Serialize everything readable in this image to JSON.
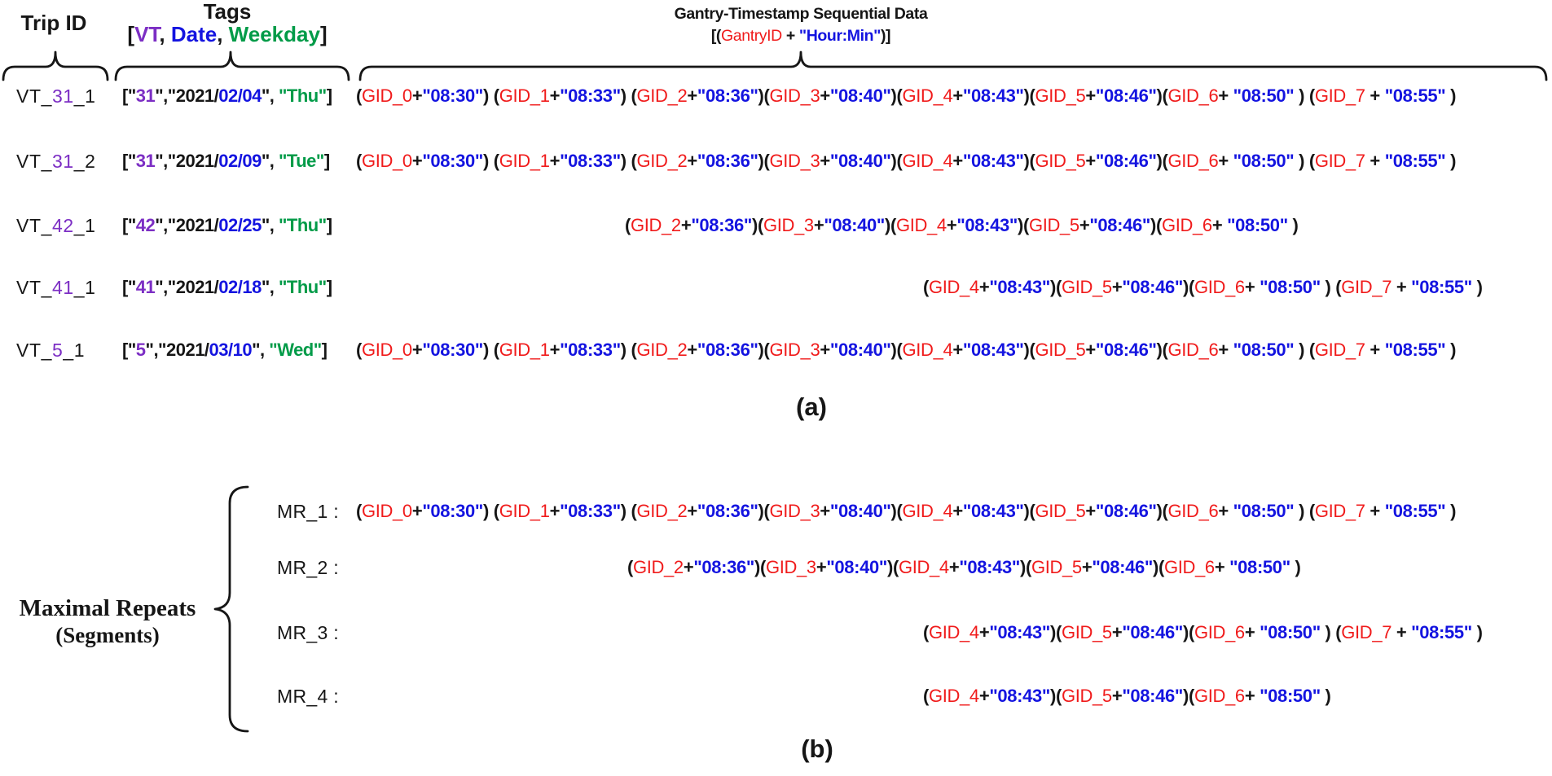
{
  "colors": {
    "black": "#161616",
    "red": "#F01B1B",
    "blue": "#1414E0",
    "purple": "#7C2EC4",
    "green": "#009B48"
  },
  "header": {
    "trip_id": "Trip ID",
    "tags_title": "Tags",
    "tags_spec": [
      {
        "t": "[",
        "c": "k"
      },
      {
        "t": "VT",
        "c": "p"
      },
      {
        "t": ", ",
        "c": "k"
      },
      {
        "t": "Date",
        "c": "b"
      },
      {
        "t": ", ",
        "c": "k"
      },
      {
        "t": "Weekday",
        "c": "g"
      },
      {
        "t": "]",
        "c": "k"
      }
    ],
    "gantry_title": "Gantry-Timestamp Sequential Data",
    "gantry_spec": [
      {
        "t": "[(",
        "c": "k"
      },
      {
        "t": "GantryID",
        "c": "r"
      },
      {
        "t": " + ",
        "c": "k"
      },
      {
        "t": "\"Hour:Min\"",
        "c": "b"
      },
      {
        "t": ")]",
        "c": "k"
      }
    ]
  },
  "sequences": {
    "full8": [
      {
        "t": "(",
        "c": "k"
      },
      {
        "t": "GID_0",
        "c": "r"
      },
      {
        "t": "+",
        "c": "k"
      },
      {
        "t": "\"08:30\"",
        "c": "b"
      },
      {
        "t": ") ",
        "c": "k"
      },
      {
        "t": "(",
        "c": "k"
      },
      {
        "t": "GID_1",
        "c": "r"
      },
      {
        "t": "+",
        "c": "k"
      },
      {
        "t": "\"08:33\"",
        "c": "b"
      },
      {
        "t": ") ",
        "c": "k"
      },
      {
        "t": "(",
        "c": "k"
      },
      {
        "t": "GID_2",
        "c": "r"
      },
      {
        "t": "+",
        "c": "k"
      },
      {
        "t": "\"08:36\"",
        "c": "b"
      },
      {
        "t": ")",
        "c": "k"
      },
      {
        "t": "(",
        "c": "k"
      },
      {
        "t": "GID_3",
        "c": "r"
      },
      {
        "t": "+",
        "c": "k"
      },
      {
        "t": "\"08:40\"",
        "c": "b"
      },
      {
        "t": ")",
        "c": "k"
      },
      {
        "t": "(",
        "c": "k"
      },
      {
        "t": "GID_4",
        "c": "r"
      },
      {
        "t": "+",
        "c": "k"
      },
      {
        "t": "\"08:43\"",
        "c": "b"
      },
      {
        "t": ")",
        "c": "k"
      },
      {
        "t": "(",
        "c": "k"
      },
      {
        "t": "GID_5",
        "c": "r"
      },
      {
        "t": "+",
        "c": "k"
      },
      {
        "t": "\"08:46\"",
        "c": "b"
      },
      {
        "t": ")",
        "c": "k"
      },
      {
        "t": "(",
        "c": "k"
      },
      {
        "t": "GID_6",
        "c": "r"
      },
      {
        "t": "+ ",
        "c": "k"
      },
      {
        "t": "\"08:50\"",
        "c": "b"
      },
      {
        "t": " ) ",
        "c": "k"
      },
      {
        "t": "(",
        "c": "k"
      },
      {
        "t": "GID_7",
        "c": "r"
      },
      {
        "t": " + ",
        "c": "k"
      },
      {
        "t": "\"08:55\"",
        "c": "b"
      },
      {
        "t": " )",
        "c": "k"
      }
    ],
    "mid5": [
      {
        "t": "(",
        "c": "k"
      },
      {
        "t": "GID_2",
        "c": "r"
      },
      {
        "t": "+",
        "c": "k"
      },
      {
        "t": "\"08:36\"",
        "c": "b"
      },
      {
        "t": ")",
        "c": "k"
      },
      {
        "t": "(",
        "c": "k"
      },
      {
        "t": "GID_3",
        "c": "r"
      },
      {
        "t": "+",
        "c": "k"
      },
      {
        "t": "\"08:40\"",
        "c": "b"
      },
      {
        "t": ")",
        "c": "k"
      },
      {
        "t": "(",
        "c": "k"
      },
      {
        "t": "GID_4",
        "c": "r"
      },
      {
        "t": "+",
        "c": "k"
      },
      {
        "t": "\"08:43\"",
        "c": "b"
      },
      {
        "t": ")",
        "c": "k"
      },
      {
        "t": "(",
        "c": "k"
      },
      {
        "t": "GID_5",
        "c": "r"
      },
      {
        "t": "+",
        "c": "k"
      },
      {
        "t": "\"08:46\"",
        "c": "b"
      },
      {
        "t": ")",
        "c": "k"
      },
      {
        "t": "(",
        "c": "k"
      },
      {
        "t": "GID_6",
        "c": "r"
      },
      {
        "t": "+ ",
        "c": "k"
      },
      {
        "t": "\"08:50\"",
        "c": "b"
      },
      {
        "t": " )",
        "c": "k"
      }
    ],
    "tail4": [
      {
        "t": "(",
        "c": "k"
      },
      {
        "t": "GID_4",
        "c": "r"
      },
      {
        "t": "+",
        "c": "k"
      },
      {
        "t": "\"08:43\"",
        "c": "b"
      },
      {
        "t": ")",
        "c": "k"
      },
      {
        "t": "(",
        "c": "k"
      },
      {
        "t": "GID_5",
        "c": "r"
      },
      {
        "t": "+",
        "c": "k"
      },
      {
        "t": "\"08:46\"",
        "c": "b"
      },
      {
        "t": ")",
        "c": "k"
      },
      {
        "t": "(",
        "c": "k"
      },
      {
        "t": "GID_6",
        "c": "r"
      },
      {
        "t": "+ ",
        "c": "k"
      },
      {
        "t": "\"08:50\"",
        "c": "b"
      },
      {
        "t": " ) ",
        "c": "k"
      },
      {
        "t": "(",
        "c": "k"
      },
      {
        "t": "GID_7",
        "c": "r"
      },
      {
        "t": " + ",
        "c": "k"
      },
      {
        "t": "\"08:55\"",
        "c": "b"
      },
      {
        "t": " )",
        "c": "k"
      }
    ],
    "tail3": [
      {
        "t": "(",
        "c": "k"
      },
      {
        "t": "GID_4",
        "c": "r"
      },
      {
        "t": "+",
        "c": "k"
      },
      {
        "t": "\"08:43\"",
        "c": "b"
      },
      {
        "t": ")",
        "c": "k"
      },
      {
        "t": "(",
        "c": "k"
      },
      {
        "t": "GID_5",
        "c": "r"
      },
      {
        "t": "+",
        "c": "k"
      },
      {
        "t": "\"08:46\"",
        "c": "b"
      },
      {
        "t": ")",
        "c": "k"
      },
      {
        "t": "(",
        "c": "k"
      },
      {
        "t": "GID_6",
        "c": "r"
      },
      {
        "t": "+ ",
        "c": "k"
      },
      {
        "t": "\"08:50\"",
        "c": "b"
      },
      {
        "t": " )",
        "c": "k"
      }
    ]
  },
  "part_a": {
    "label": "(a)",
    "rows": [
      {
        "trip": [
          {
            "t": "VT_",
            "c": "k"
          },
          {
            "t": "31",
            "c": "p"
          },
          {
            "t": "_1",
            "c": "k"
          }
        ],
        "tags": [
          {
            "t": "[\"",
            "c": "k"
          },
          {
            "t": "31",
            "c": "p"
          },
          {
            "t": "\",\"2021/",
            "c": "k"
          },
          {
            "t": "02/04",
            "c": "b"
          },
          {
            "t": "\", ",
            "c": "k"
          },
          {
            "t": "\"Thu\"",
            "c": "g"
          },
          {
            "t": "]",
            "c": "k"
          }
        ],
        "seq": "full8"
      },
      {
        "trip": [
          {
            "t": "VT_",
            "c": "k"
          },
          {
            "t": "31",
            "c": "p"
          },
          {
            "t": "_2",
            "c": "k"
          }
        ],
        "tags": [
          {
            "t": "[\"",
            "c": "k"
          },
          {
            "t": "31",
            "c": "p"
          },
          {
            "t": "\",\"2021/",
            "c": "k"
          },
          {
            "t": "02/09",
            "c": "b"
          },
          {
            "t": "\", ",
            "c": "k"
          },
          {
            "t": "\"Tue\"",
            "c": "g"
          },
          {
            "t": "]",
            "c": "k"
          }
        ],
        "seq": "full8"
      },
      {
        "trip": [
          {
            "t": "VT_",
            "c": "k"
          },
          {
            "t": "42",
            "c": "p"
          },
          {
            "t": "_1",
            "c": "k"
          }
        ],
        "tags": [
          {
            "t": "[\"",
            "c": "k"
          },
          {
            "t": "42",
            "c": "p"
          },
          {
            "t": "\",\"2021/",
            "c": "k"
          },
          {
            "t": "02/25",
            "c": "b"
          },
          {
            "t": "\", ",
            "c": "k"
          },
          {
            "t": "\"Thu\"",
            "c": "g"
          },
          {
            "t": "]",
            "c": "k"
          }
        ],
        "seq": "mid5"
      },
      {
        "trip": [
          {
            "t": "VT_",
            "c": "k"
          },
          {
            "t": "41",
            "c": "p"
          },
          {
            "t": "_1",
            "c": "k"
          }
        ],
        "tags": [
          {
            "t": "[\"",
            "c": "k"
          },
          {
            "t": "41",
            "c": "p"
          },
          {
            "t": "\",\"2021/",
            "c": "k"
          },
          {
            "t": "02/18",
            "c": "b"
          },
          {
            "t": "\", ",
            "c": "k"
          },
          {
            "t": "\"Thu\"",
            "c": "g"
          },
          {
            "t": "]",
            "c": "k"
          }
        ],
        "seq": "tail4"
      },
      {
        "trip": [
          {
            "t": "VT_",
            "c": "k"
          },
          {
            "t": "5",
            "c": "p"
          },
          {
            "t": "_1",
            "c": "k"
          }
        ],
        "tags": [
          {
            "t": "[\"",
            "c": "k"
          },
          {
            "t": "5",
            "c": "p"
          },
          {
            "t": "\",\"2021/",
            "c": "k"
          },
          {
            "t": "03/10",
            "c": "b"
          },
          {
            "t": "\", ",
            "c": "k"
          },
          {
            "t": "\"Wed\"",
            "c": "g"
          },
          {
            "t": "]",
            "c": "k"
          }
        ],
        "seq": "full8"
      }
    ]
  },
  "part_b": {
    "label": "(b)",
    "group_label_line1": "Maximal Repeats",
    "group_label_line2": "(Segments)",
    "rows": [
      {
        "label": "MR_1 : ",
        "seq": "full8"
      },
      {
        "label": "MR_2 : ",
        "seq": "mid5"
      },
      {
        "label": "MR_3 : ",
        "seq": "tail4"
      },
      {
        "label": "MR_4 : ",
        "seq": "tail3"
      }
    ]
  }
}
